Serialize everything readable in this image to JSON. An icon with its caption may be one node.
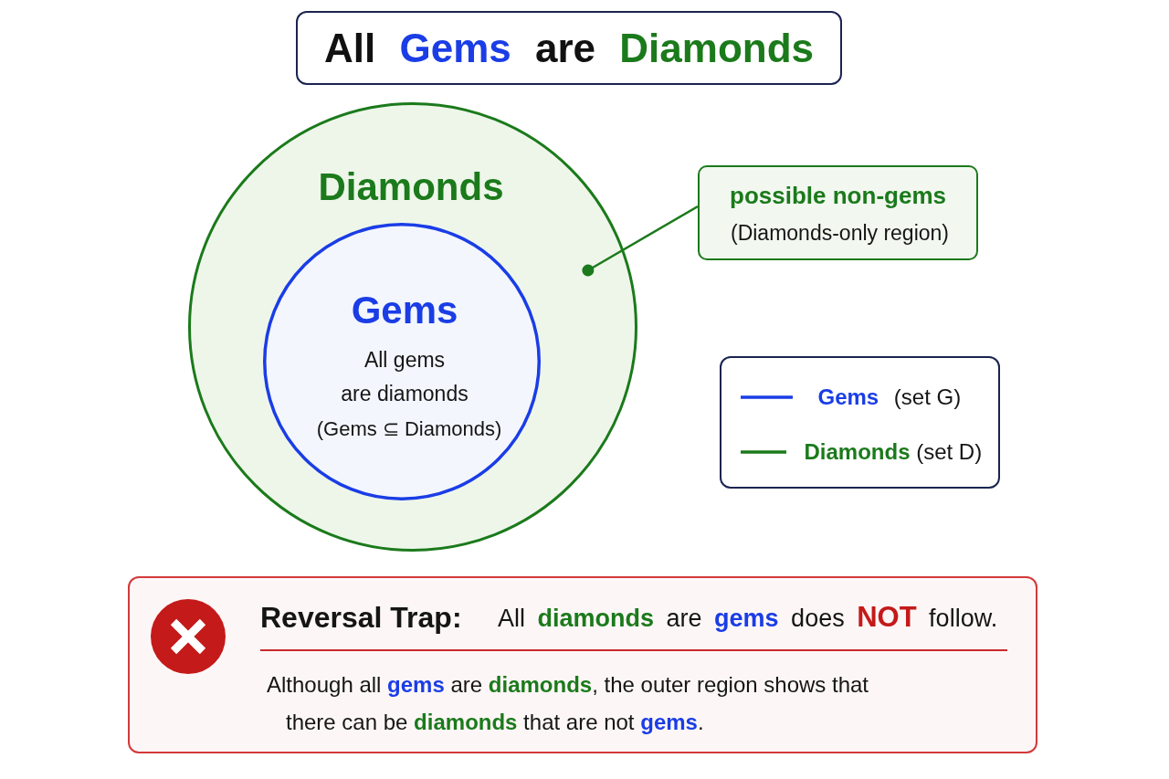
{
  "diagram": {
    "title": "All Gems are Diamonds",
    "nodes": [
      {
        "text": [
          "Diamonds"
        ]
      },
      {
        "text": [
          "Gems",
          "All gems are diamonds",
          "(Gems ⊆ Diamonds)"
        ],
        "in": 0
      },
      {
        "text": [
          "possible non-gems",
          "(Diamonds-only region)"
        ]
      },
      {
        "text": [
          "Reversal Trap:",
          "All **diamonds** are **gems** does **NOT** follow.",
          "Although all **gems** are **diamonds**, the outer region shows that there can be **diamonds** that are not **gems**."
        ]
      }
    ],
    "edges": [
      {
        "from": 2,
        "to": 0,
        "arrow": "other"
      }
    ],
    "legend": [
      {
        "text": "**Gems** (set G)"
      },
      {
        "text": "**Diamonds** (set D)"
      }
    ]
  }
}
